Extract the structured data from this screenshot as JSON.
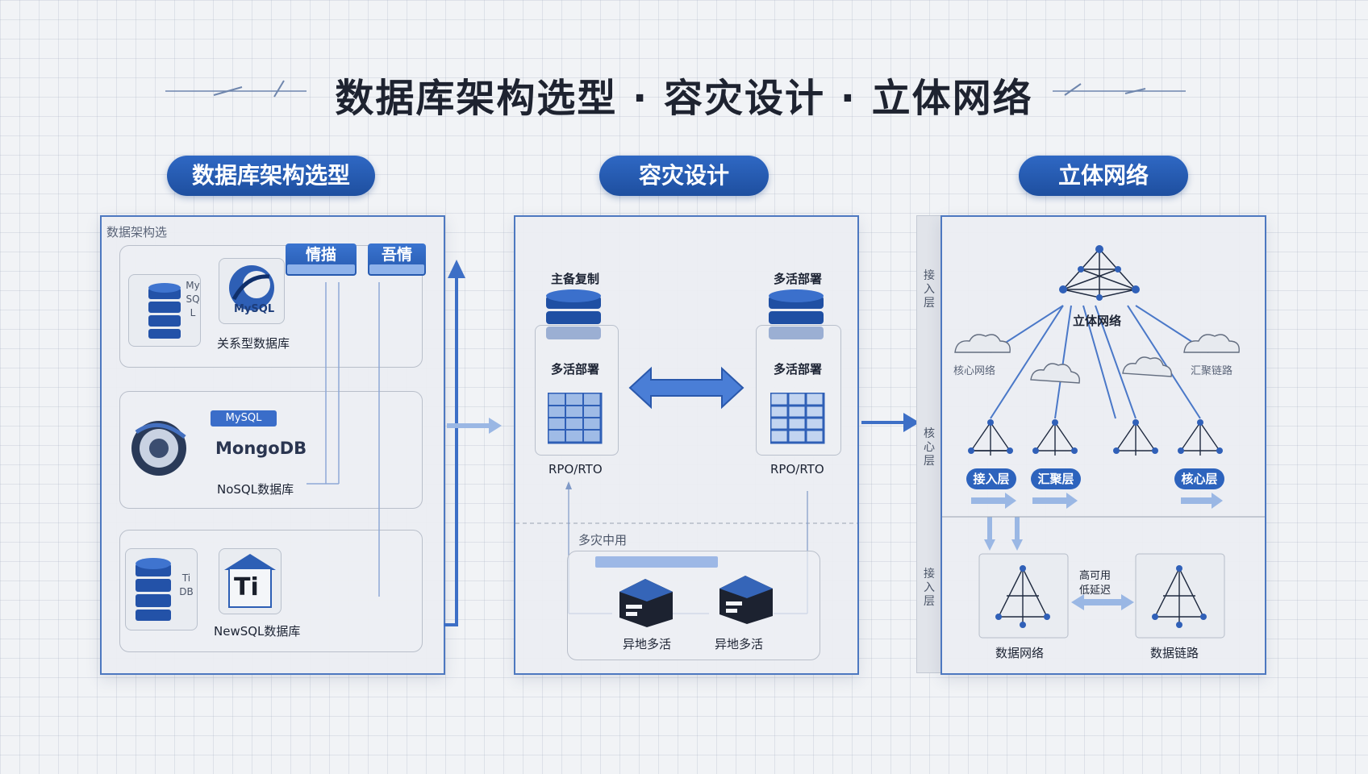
{
  "title": "数据库架构选型 · 容灾设计 · 立体网络",
  "sections": {
    "db": {
      "label": "数据库架构选型",
      "corner_note": "数据架构选",
      "tags": [
        "情描",
        "吾情"
      ],
      "items": [
        {
          "side_text": "MySQL",
          "logo_text": "MySQL",
          "caption": "关系型数据库"
        },
        {
          "badge": "MySQL",
          "name": "MongoDB",
          "caption": "NoSQL数据库"
        },
        {
          "side_text": "TiDB",
          "logo_text": "Ti",
          "caption": "NewSQL数据库"
        }
      ]
    },
    "dr": {
      "label": "容灾设计",
      "left": {
        "top": "主备复制",
        "mid": "多活部署",
        "bottom": "RPO/RTO"
      },
      "right": {
        "top": "多活部署",
        "mid": "多活部署",
        "bottom": "RPO/RTO"
      },
      "lower_title": "多灾中用",
      "sites": [
        "异地多活",
        "异地多活"
      ]
    },
    "net": {
      "label": "立体网络",
      "center_label": "立体网络",
      "side_labels": [
        "接入层",
        "核心层",
        "接入层"
      ],
      "clouds": [
        "核心网络",
        "汇聚链路"
      ],
      "layers": [
        "接入层",
        "汇聚层",
        "核心层"
      ],
      "link_labels": [
        "高可用",
        "低延迟"
      ],
      "bottom_labels": [
        "数据网络",
        "数据链路"
      ]
    }
  }
}
